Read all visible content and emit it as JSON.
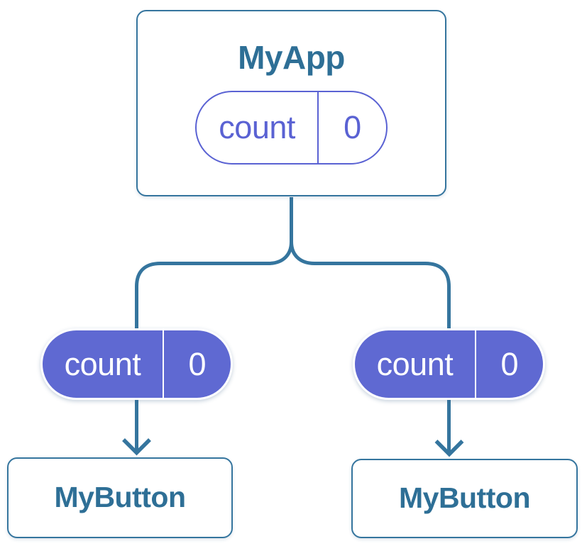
{
  "diagram": {
    "kind": "component-tree-state-diagram",
    "colors": {
      "connector_blue": "#35759E",
      "node_text_blue": "#2E6F96",
      "state_pill_purple_stroke": "#5A62D3",
      "state_pill_purple_fill": "#5F69D2",
      "pill_text_on_fill": "#FFFFFF",
      "background": "#FFFFFF"
    },
    "tree": {
      "root": {
        "title": "MyApp",
        "state": {
          "label": "count",
          "value": "0"
        }
      },
      "children": [
        {
          "title": "MyButton",
          "prop": {
            "label": "count",
            "value": "0"
          }
        },
        {
          "title": "MyButton",
          "prop": {
            "label": "count",
            "value": "0"
          }
        }
      ]
    }
  }
}
